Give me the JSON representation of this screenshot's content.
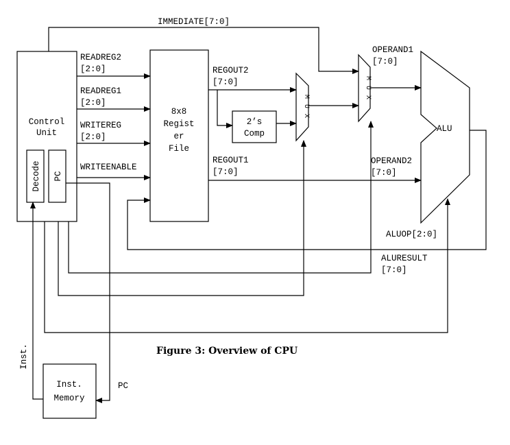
{
  "blocks": {
    "control_unit": [
      "Control",
      "Unit"
    ],
    "decode": "Decode",
    "pc": "PC",
    "register_file": [
      "8x8",
      "Regist",
      "er",
      "File"
    ],
    "twos_comp": [
      "2’s",
      "Comp"
    ],
    "mux1": [
      "M",
      "U",
      "X"
    ],
    "mux2": [
      "M",
      "U",
      "X"
    ],
    "alu": "ALU",
    "inst_memory": [
      "Inst.",
      "Memory"
    ]
  },
  "signals": {
    "immediate": "IMMEDIATE[7:0]",
    "readreg2": [
      "READREG2",
      "[2:0]"
    ],
    "readreg1": [
      "READREG1",
      "[2:0]"
    ],
    "writereg": [
      "WRITEREG",
      "[2:0]"
    ],
    "writeenable": "WRITEENABLE",
    "regout2": [
      "REGOUT2",
      "[7:0]"
    ],
    "regout1": [
      "REGOUT1",
      "[7:0]"
    ],
    "operand1": [
      "OPERAND1",
      "[7:0]"
    ],
    "operand2": [
      "OPERAND2",
      "[7:0]"
    ],
    "aluop": "ALUOP[2:0]",
    "aluresult": [
      "ALURESULT",
      "[7:0]"
    ],
    "inst": "Inst.",
    "pc_label": "PC"
  },
  "caption": "Figure 3: Overview of CPU"
}
